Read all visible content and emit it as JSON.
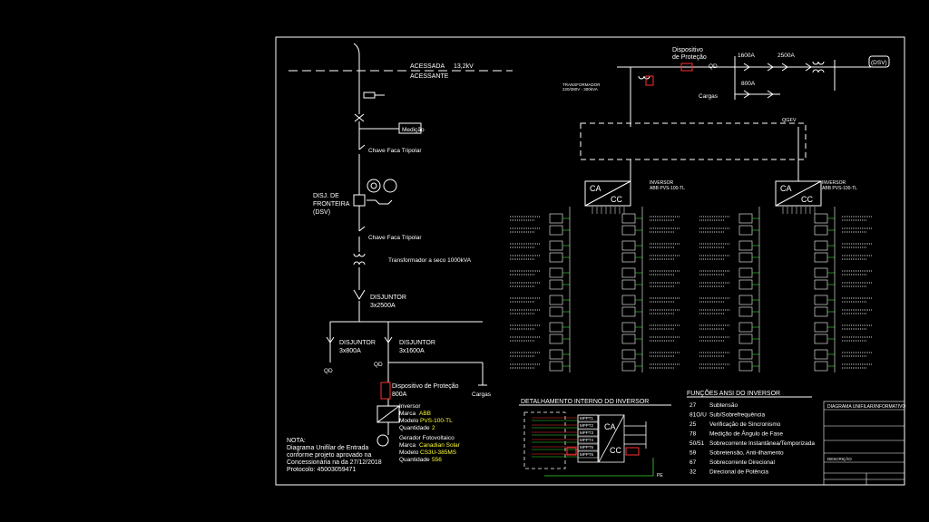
{
  "colors": {
    "background": "#000000",
    "line": "#ffffff",
    "label_yellow": "#ffff33",
    "device_red": "#ff3030",
    "grid_green": "#33dd33",
    "accent_orange": "#ffaa00"
  },
  "left": {
    "acessada": "ACESSADA",
    "voltage": "13,2kV",
    "acessante": "ACESSANTE",
    "medicao": "Medição",
    "chave1": "Chave Faca Tripolar",
    "disj_fronteira_1": "DISJ. DE",
    "disj_fronteira_2": "FRONTEIRA",
    "disj_fronteira_3": "(DSV)",
    "chave2": "Chave Faca Tripolar",
    "transformador": "Transformador a seco 1000kVA",
    "disjuntor_main": "DISJUNTOR",
    "disjuntor_main_rating": "3x2500A",
    "disjuntor_a": "DISJUNTOR",
    "disjuntor_a_rating": "3x800A",
    "disjuntor_b": "DISJUNTOR",
    "disjuntor_b_rating": "3x1600A",
    "qd1": "QD",
    "qd2": "QD",
    "cargas": "Cargas",
    "dispositivo": "Dispositivo de Proteção",
    "dispositivo_rating": "800A",
    "inversor_title": "Inversor",
    "marca_label": "Marca",
    "marca_value": "ABB",
    "modelo_label": "Modelo",
    "modelo_value": "PVS-100-TL",
    "quantidade_label": "Quantidade",
    "quantidade_value": "2",
    "gerador_title": "Gerador Fotovoltaico",
    "gmarca_label": "Marca",
    "gmarca_value": "Canadian Solar",
    "gmodelo_label": "Modelo",
    "gmodelo_value": "CS3U-385MS",
    "gquantidade_label": "Quantidade",
    "gquantidade_value": "556",
    "nota_lines": [
      "NOTA:",
      "Diagrama Unifilar de Entrada",
      "conforme  projeto aprovado na",
      "Concessionária na da 27/12/2018",
      "Protocolo:  45003059471"
    ]
  },
  "right": {
    "dispositivo_line1": "Dispositivo",
    "dispositivo_line2": "de Proteção",
    "rating_1600": "1600A",
    "rating_2500": "2500A",
    "rating_800": "800A",
    "dsv": "(DSV)",
    "qd": "QD",
    "cargas": "Cargas",
    "qgfv": "QGFV",
    "ca": "CA",
    "cc": "CC",
    "inversor_label": "INVERSOR",
    "inversor_model": "ABB PVS-100-TL",
    "transformador_note": "TRANSFORMADOR",
    "transformador_note2": "220/380V - 300kVA"
  },
  "detail": {
    "title": "DETALHAMENTO INTERNO DO INVERSOR",
    "mppt_labels": [
      "MPPT1",
      "MPPT2",
      "MPPT3",
      "MPPT4",
      "MPPT5",
      "MPPT6"
    ],
    "ca": "CA",
    "cc": "CC",
    "pe": "PE"
  },
  "ansi": {
    "title": "FUNÇÕES ANSI DO INVERSOR",
    "rows": [
      {
        "code": "27",
        "desc": "Subtensão"
      },
      {
        "code": "81O/U",
        "desc": "Sub/Sobrefrequência"
      },
      {
        "code": "25",
        "desc": "Verificação de Sincronismo"
      },
      {
        "code": "78",
        "desc": "Medição de Ângulo de Fase"
      },
      {
        "code": "50/51",
        "desc": "Sobrecorrente Instantânea/Temporizada"
      },
      {
        "code": "59",
        "desc": "Sobretensão, Anti-ilhamento"
      },
      {
        "code": "67",
        "desc": "Sobrecorrente Direcional"
      },
      {
        "code": "32",
        "desc": "Direcional de Potência"
      }
    ]
  },
  "titleblock": {
    "title": "DIAGRAMA UNIFILAR/INFORMATIVO",
    "descricao": "DESCRIÇÃO"
  }
}
